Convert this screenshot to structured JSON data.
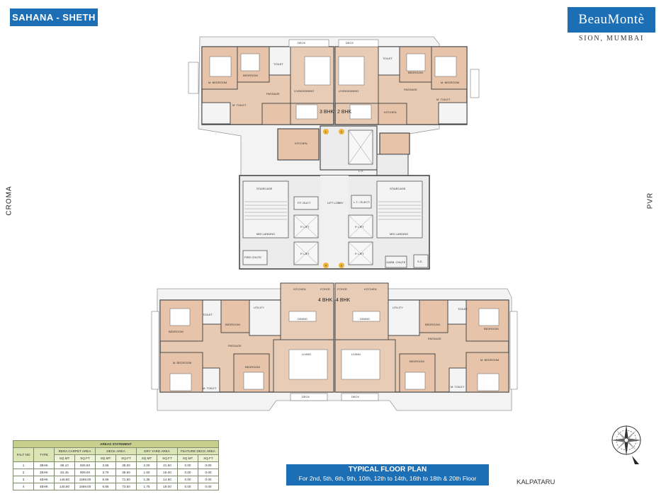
{
  "header": {
    "project_tag": "SAHANA - SHETH",
    "brand": "BeauMontè",
    "location": "SION, MUMBAI"
  },
  "surroundings": {
    "left": "CROMA",
    "right": "PVR",
    "bottom": "KALPATARU"
  },
  "plan_title": {
    "title": "TYPICAL FLOOR PLAN",
    "subtitle": "For 2nd, 5th, 6th, 9th, 10th, 12th to 14th, 16th to 18th & 20th Floor"
  },
  "flats": {
    "top_left": "3 BHK",
    "top_right": "2 BHK",
    "bottom_left": "4 BHK",
    "bottom_right": "4 BHK"
  },
  "markers": [
    "1",
    "2",
    "3",
    "4"
  ],
  "core": {
    "staircase_left": "STAIRCASE",
    "staircase_right": "STAIRCASE",
    "mid_landing_left": "MID LANDING",
    "mid_landing_right": "MID LANDING",
    "fire_chute": "FIRE CHUTE",
    "ff_duct": "F.F. DUCT",
    "lift_lobby": "LIFT LOBBY",
    "elec": "L.T. / ELECT.",
    "lv": "L.V.",
    "p_lift": "P. LIFT",
    "garb_chute": "GARB. CHUTE",
    "ss": "S.S."
  },
  "rooms": {
    "deck": "DECK",
    "living_dining": "LIVING/DINING",
    "bedroom": "BEDROOM",
    "m_bedroom": "M. BEDROOM",
    "passage": "PASSAGE",
    "toilet": "TOILET",
    "m_toilet": "M. TOILET",
    "kitchen": "KITCHEN",
    "dining": "DINING",
    "living": "LIVING",
    "foyer": "FOYER",
    "utility": "UTILITY"
  },
  "areas_statement": {
    "caption": "AREAS STATEMENT",
    "headers": [
      "FALT NO",
      "TYPE",
      "RERA CARPET AREA",
      "DECK AREA",
      "DRY YARD AREA",
      "FEATURE DECK AREA"
    ],
    "units": [
      "SQ.MT",
      "SQ.FT"
    ],
    "rows": [
      [
        "1",
        "3BHK",
        "86.10",
        "926.50",
        "3.55",
        "38.00",
        "2.00",
        "21.50",
        "0.00",
        "0.00"
      ],
      [
        "2",
        "2BHK",
        "84.45",
        "909.00",
        "3.70",
        "39.50",
        "1.50",
        "16.00",
        "0.00",
        "0.00"
      ],
      [
        "3",
        "4BHK",
        "145.80",
        "1569.00",
        "6.65",
        "71.50",
        "1.35",
        "14.50",
        "0.00",
        "0.00"
      ],
      [
        "4",
        "4BHK",
        "145.80",
        "1569.00",
        "6.85",
        "73.50",
        "1.75",
        "19.00",
        "0.00",
        "0.00"
      ]
    ]
  },
  "colors": {
    "brand_blue": "#1c6fb5",
    "flat_fill": "#e8c9b2",
    "core_fill": "#ececec",
    "wall": "#4a4a4a",
    "table_header": "#c6d08c"
  },
  "icons": {
    "compass": "compass-rose-icon"
  }
}
